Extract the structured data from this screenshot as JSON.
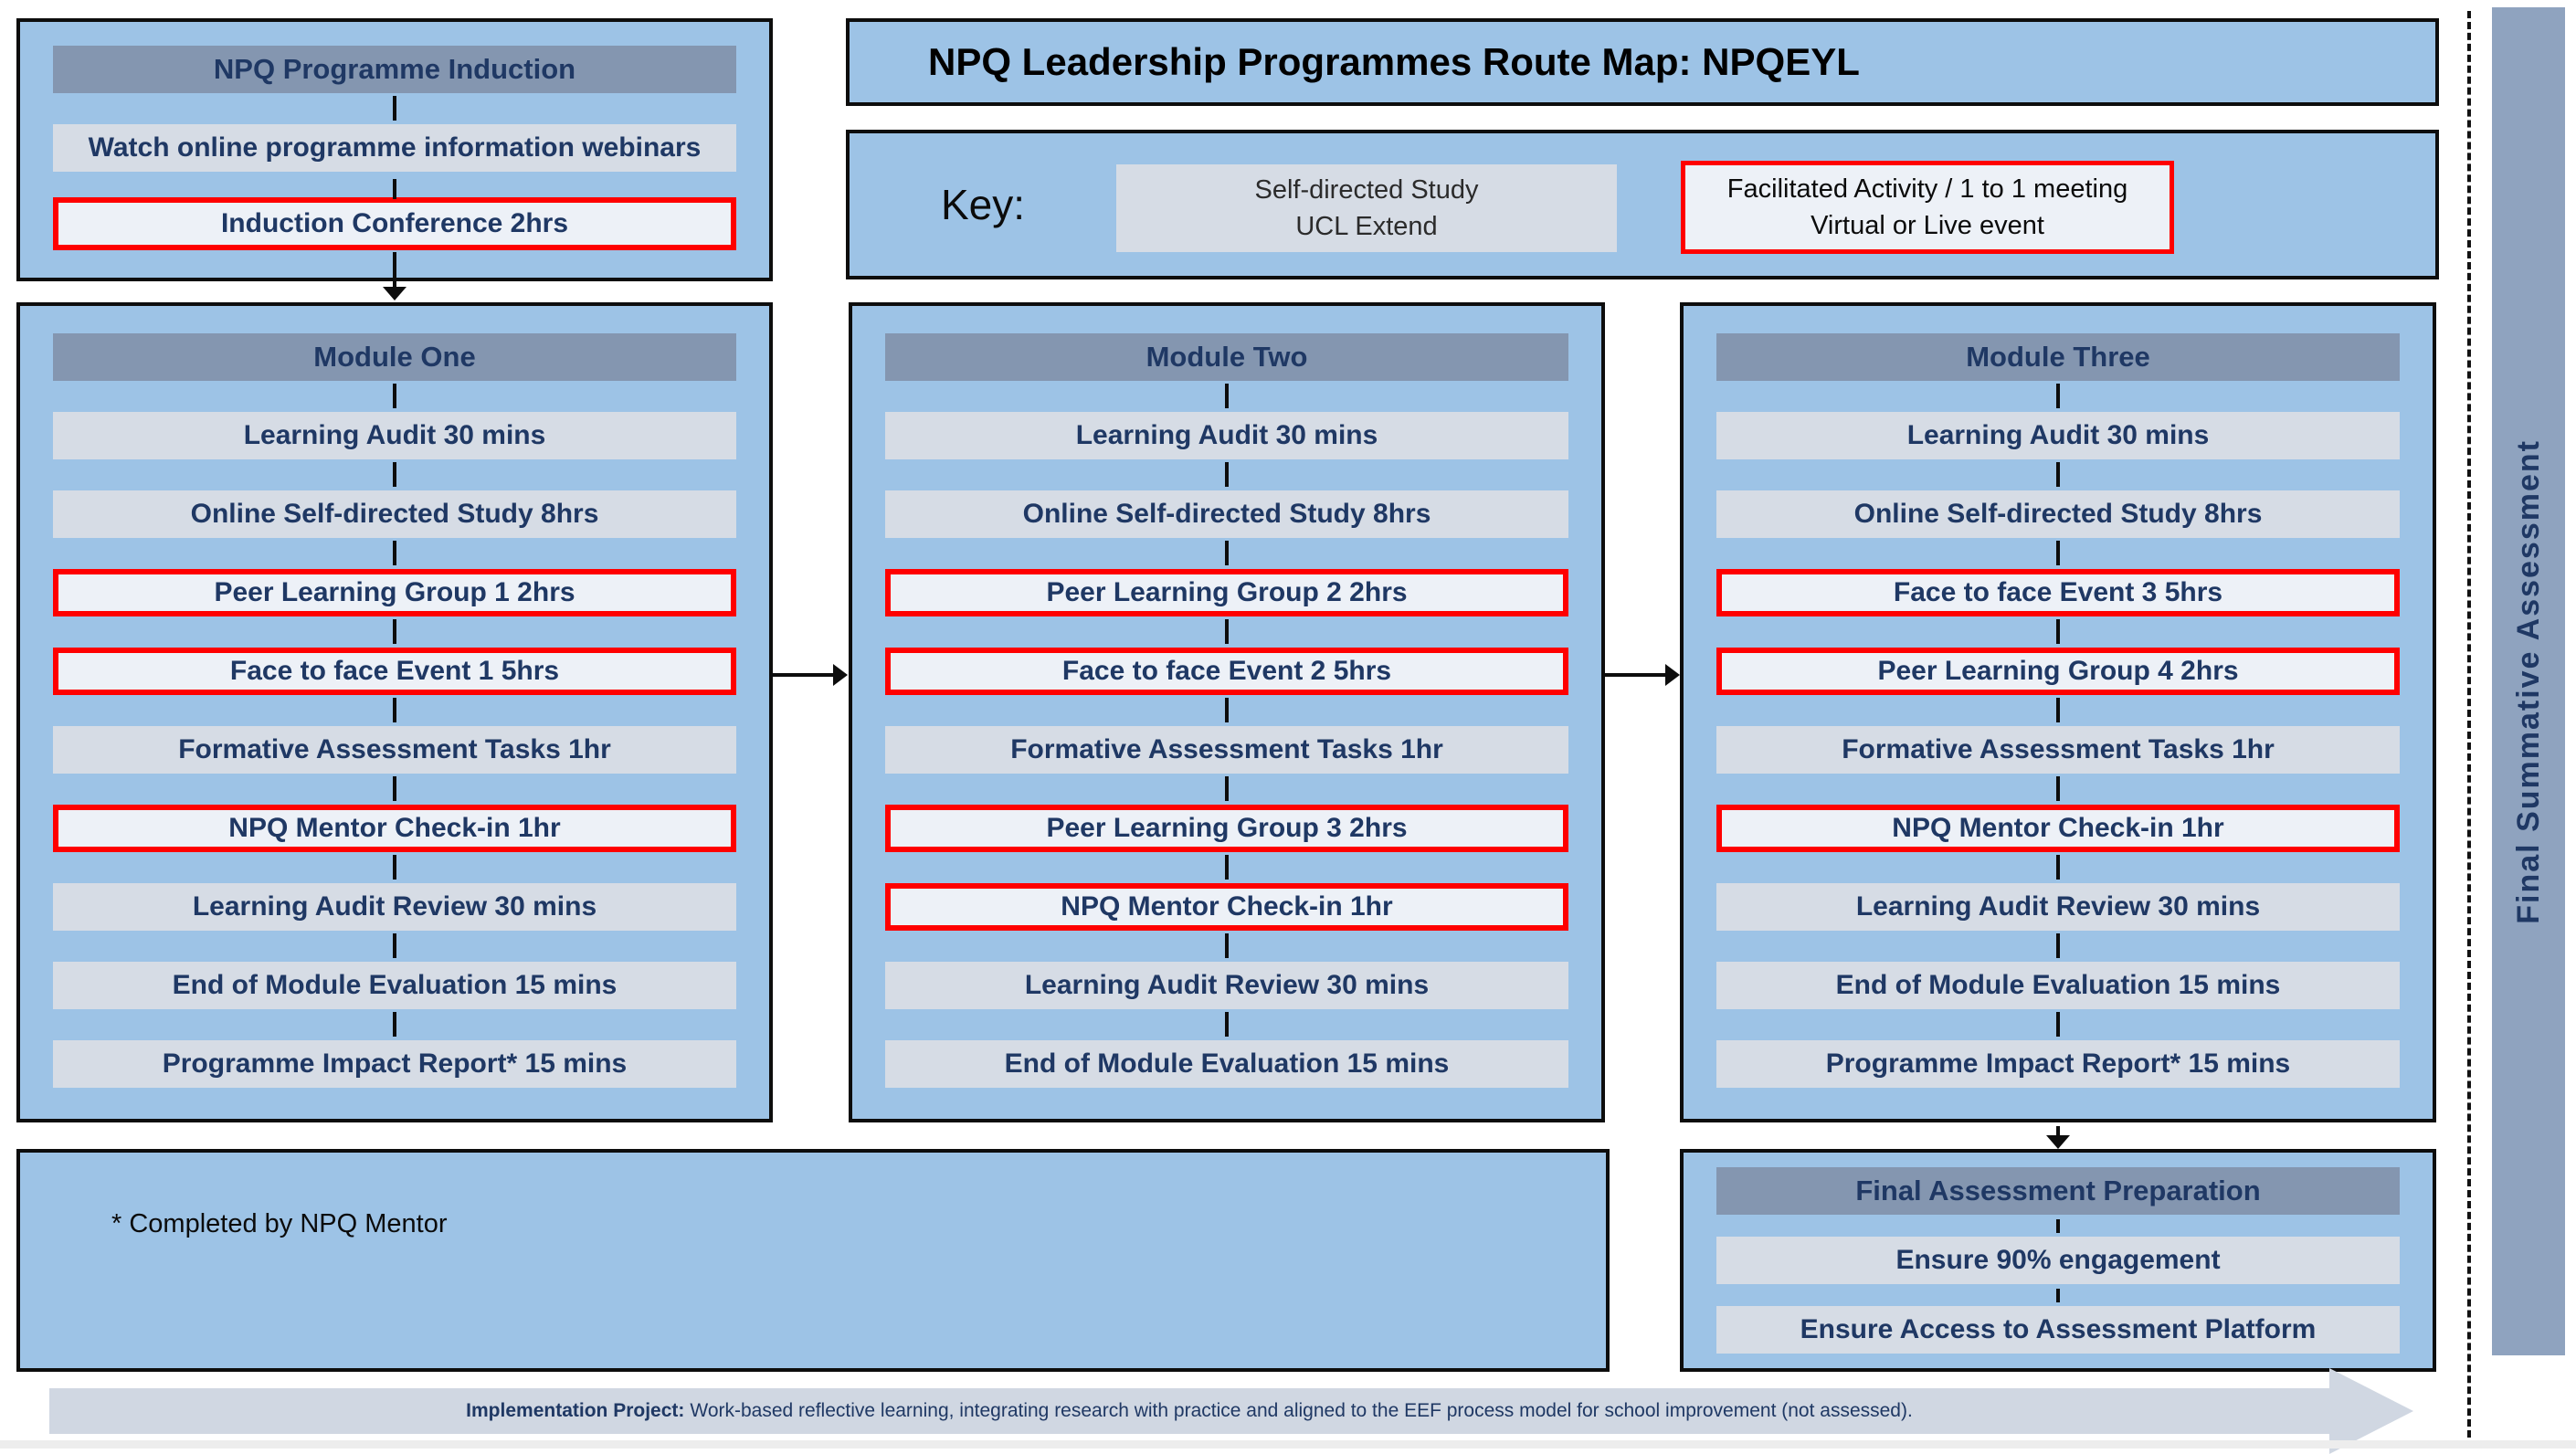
{
  "title": "NPQ Leadership Programmes Route Map: NPQEYL",
  "key": {
    "label": "Key:",
    "self_directed_line1": "Self-directed Study",
    "self_directed_line2": "UCL Extend",
    "facilitated_line1": "Facilitated Activity / 1 to 1 meeting",
    "facilitated_line2": "Virtual or Live event"
  },
  "induction": {
    "header": "NPQ Programme Induction",
    "items": [
      {
        "label": "Watch online programme information webinars",
        "type": "self"
      },
      {
        "label": "Induction Conference 2hrs",
        "type": "facilitated"
      }
    ]
  },
  "modules": [
    {
      "header": "Module One",
      "items": [
        {
          "label": "Learning Audit 30 mins",
          "type": "self"
        },
        {
          "label": "Online Self-directed Study 8hrs",
          "type": "self"
        },
        {
          "label": "Peer Learning Group 1 2hrs",
          "type": "facilitated"
        },
        {
          "label": "Face to face Event 1 5hrs",
          "type": "facilitated"
        },
        {
          "label": "Formative Assessment Tasks 1hr",
          "type": "self"
        },
        {
          "label": "NPQ Mentor Check-in 1hr",
          "type": "facilitated"
        },
        {
          "label": "Learning Audit Review 30 mins",
          "type": "self"
        },
        {
          "label": "End of Module Evaluation 15 mins",
          "type": "self"
        },
        {
          "label": "Programme Impact Report* 15 mins",
          "type": "self"
        }
      ]
    },
    {
      "header": "Module Two",
      "items": [
        {
          "label": "Learning Audit 30 mins",
          "type": "self"
        },
        {
          "label": "Online Self-directed Study 8hrs",
          "type": "self"
        },
        {
          "label": "Peer Learning Group 2 2hrs",
          "type": "facilitated"
        },
        {
          "label": "Face to face Event 2 5hrs",
          "type": "facilitated"
        },
        {
          "label": "Formative Assessment Tasks 1hr",
          "type": "self"
        },
        {
          "label": "Peer Learning Group 3 2hrs",
          "type": "facilitated"
        },
        {
          "label": "NPQ Mentor Check-in 1hr",
          "type": "facilitated"
        },
        {
          "label": "Learning Audit Review 30 mins",
          "type": "self"
        },
        {
          "label": "End of Module Evaluation 15 mins",
          "type": "self"
        }
      ]
    },
    {
      "header": "Module Three",
      "items": [
        {
          "label": "Learning Audit 30 mins",
          "type": "self"
        },
        {
          "label": "Online Self-directed Study 8hrs",
          "type": "self"
        },
        {
          "label": "Face to face Event 3 5hrs",
          "type": "facilitated"
        },
        {
          "label": "Peer Learning Group 4 2hrs",
          "type": "facilitated"
        },
        {
          "label": "Formative Assessment Tasks 1hr",
          "type": "self"
        },
        {
          "label": "NPQ Mentor Check-in 1hr",
          "type": "facilitated"
        },
        {
          "label": "Learning Audit Review 30 mins",
          "type": "self"
        },
        {
          "label": "End of Module Evaluation 15 mins",
          "type": "self"
        },
        {
          "label": "Programme Impact Report* 15 mins",
          "type": "self"
        }
      ]
    }
  ],
  "final_preparation": {
    "header": "Final Assessment Preparation",
    "items": [
      {
        "label": "Ensure 90% engagement",
        "type": "self"
      },
      {
        "label": "Ensure Access to Assessment Platform",
        "type": "self"
      }
    ]
  },
  "note": "* Completed by NPQ Mentor",
  "implementation_project": {
    "lead": "Implementation Project:",
    "rest": "Work-based reflective learning, integrating research with practice and aligned to the EEF process model for school improvement (not assessed)."
  },
  "final_summative_label": "Final Summative Assessment",
  "colors": {
    "panel_blue": "#9DC3E6",
    "module_header": "#8496B0",
    "step_gray": "#D6DCE5",
    "facilitated_fill": "#EDF1F7",
    "facilitated_border": "#FF0000",
    "text_navy": "#1F3864",
    "summative_bar": "#8FA3BF",
    "implementation_strip": "#D0D7E2"
  }
}
